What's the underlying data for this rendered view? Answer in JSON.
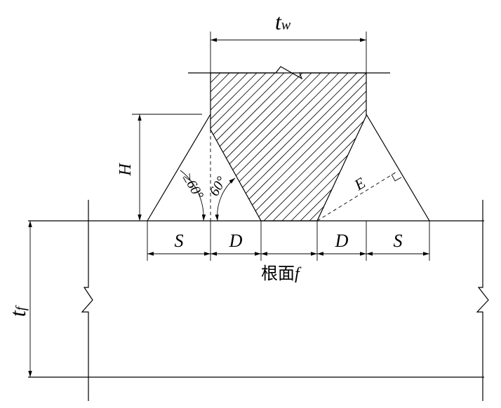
{
  "diagram": {
    "labels": {
      "tw_main": "t",
      "tw_sub": "w",
      "tf_main": "t",
      "tf_sub": "f",
      "H": "H",
      "S_left": "S",
      "D_left": "D",
      "D_right": "D",
      "S_right": "S",
      "E": "E",
      "angle_ge": "≥60°",
      "angle_eq": "60°",
      "root_face_text": "根面",
      "root_face_var": "f"
    }
  }
}
